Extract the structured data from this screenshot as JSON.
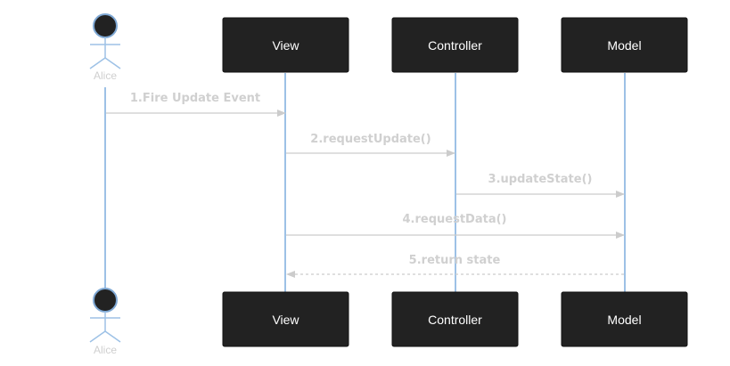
{
  "actor": {
    "name_top": "Alice",
    "name_bottom": "Alice"
  },
  "participants": [
    {
      "name_top": "View",
      "name_bottom": "View"
    },
    {
      "name_top": "Controller",
      "name_bottom": "Controller"
    },
    {
      "name_top": "Model",
      "name_bottom": "Model"
    }
  ],
  "messages": [
    {
      "label": "1.Fire Update Event",
      "from": "Alice",
      "to": "View",
      "style": "solid"
    },
    {
      "label": "2.requestUpdate()",
      "from": "View",
      "to": "Controller",
      "style": "solid"
    },
    {
      "label": "3.updateState()",
      "from": "Controller",
      "to": "Model",
      "style": "solid"
    },
    {
      "label": "4.requestData()",
      "from": "View",
      "to": "Model",
      "style": "solid"
    },
    {
      "label": "5.return state",
      "from": "Model",
      "to": "View",
      "style": "dashed"
    }
  ],
  "colors": {
    "lifeline": "#9dc1e6",
    "participant_fill": "#222222",
    "participant_border": "#111111",
    "actor_fill": "#222222",
    "actor_stroke": "#9dc1e6",
    "arrow": "#cccccc",
    "message_text": "#d0d0d0"
  }
}
